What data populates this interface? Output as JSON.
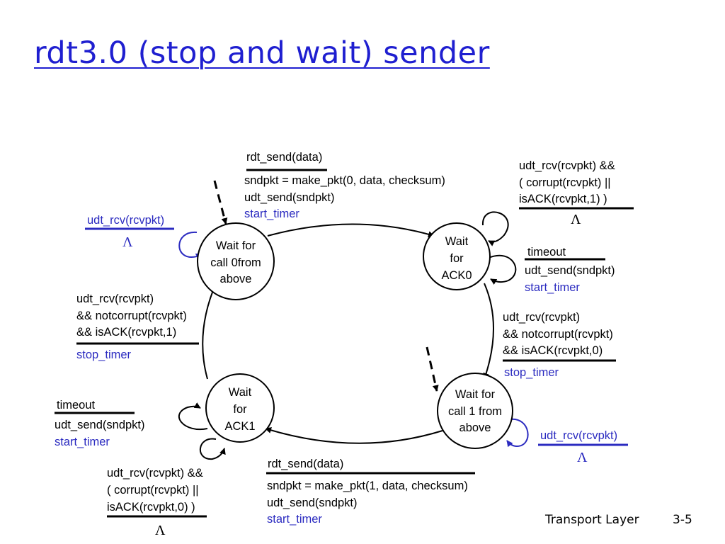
{
  "title": "rdt3.0 (stop and wait) sender",
  "footer": {
    "topic": "Transport Layer",
    "page": "3-5"
  },
  "colors": {
    "title": "#1f1fd0",
    "action_blue": "#2b2bc0",
    "line": "#000000"
  },
  "states": {
    "wait_call_0": [
      "Wait for",
      "call 0from",
      "above"
    ],
    "wait_ack0": [
      "Wait",
      "for",
      "ACK0"
    ],
    "wait_call_1": [
      "Wait for",
      "call 1 from",
      "above"
    ],
    "wait_ack1": [
      "Wait",
      "for",
      "ACK1"
    ]
  },
  "transitions": {
    "send0": {
      "event": "rdt_send(data)",
      "actions": [
        "sndpkt = make_pkt(0, data, checksum)",
        "udt_send(sndpkt)"
      ],
      "timer": "start_timer"
    },
    "ack0_bad": {
      "event": [
        "udt_rcv(rcvpkt) &&",
        "( corrupt(rcvpkt) ||",
        "isACK(rcvpkt,1) )"
      ],
      "action": "Λ"
    },
    "ack0_timeout": {
      "event": "timeout",
      "actions": [
        "udt_send(sndpkt)"
      ],
      "timer": "start_timer"
    },
    "ack0_ok": {
      "event": [
        "udt_rcv(rcvpkt)",
        "&& notcorrupt(rcvpkt)",
        "&& isACK(rcvpkt,0)"
      ],
      "timer": "stop_timer"
    },
    "call1_rcv": {
      "event": "udt_rcv(rcvpkt)",
      "action": "Λ"
    },
    "send1": {
      "event": "rdt_send(data)",
      "actions": [
        "sndpkt = make_pkt(1, data, checksum)",
        "udt_send(sndpkt)"
      ],
      "timer": "start_timer"
    },
    "ack1_timeout": {
      "event": "timeout",
      "actions": [
        "udt_send(sndpkt)"
      ],
      "timer": "start_timer"
    },
    "ack1_bad": {
      "event": [
        "udt_rcv(rcvpkt) &&",
        "( corrupt(rcvpkt) ||",
        "isACK(rcvpkt,0) )"
      ],
      "action": "Λ"
    },
    "ack1_ok": {
      "event": [
        "udt_rcv(rcvpkt)",
        "&& notcorrupt(rcvpkt)",
        "&& isACK(rcvpkt,1)"
      ],
      "timer": "stop_timer"
    },
    "call0_rcv": {
      "event": "udt_rcv(rcvpkt)",
      "action": "Λ"
    }
  }
}
